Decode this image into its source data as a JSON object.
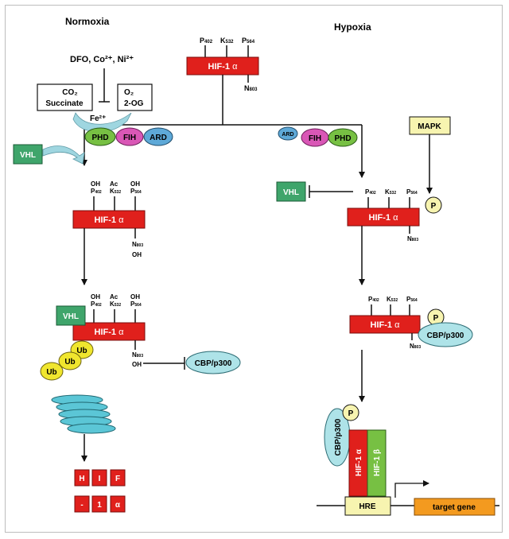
{
  "headers": {
    "normoxia": "Normoxia",
    "hypoxia": "Hypoxia"
  },
  "top_protein": {
    "label": "HIF-1",
    "alpha": "α",
    "site_p402": "P",
    "site_p402_sup": "402",
    "site_k532": "K",
    "site_k532_sup": "532",
    "site_p564": "P",
    "site_p564_sup": "564",
    "site_n803": "N",
    "site_n803_sup": "803"
  },
  "inhibitors": "DFO, Co²⁺, Ni²⁺",
  "cofactor_box_left": {
    "line1": "CO₂",
    "line2": "Succinate"
  },
  "cofactor_box_right": {
    "line1": "O₂",
    "line2": "2-OG"
  },
  "iron": "Fe²⁺",
  "enzymes": {
    "phd": "PHD",
    "fih": "FIH",
    "ard": "ARD"
  },
  "vhl": "VHL",
  "mapk": "MAPK",
  "modifications": {
    "oh": "OH",
    "ac": "Ac",
    "p": "P"
  },
  "ubiquitin": "Ub",
  "cbp": "CBP/p300",
  "hif_fragments": [
    "H",
    "I",
    "F",
    "-",
    "1",
    "α"
  ],
  "complex": {
    "alpha": "HIF-1 α",
    "beta": "HIF-1 β"
  },
  "hre": "HRE",
  "target_gene": "target gene",
  "colors": {
    "hif_red": "#e0201c",
    "phd_green": "#77c043",
    "fih_magenta": "#d957b6",
    "ard_blue": "#5ea9d8",
    "vhl_green": "#3fa56b",
    "cbp_teal": "#aee3e8",
    "ub_yellow": "#f0e62e",
    "mapk_yellow": "#f7f4b0",
    "target_orange": "#f39a1f",
    "proteasome": "#5bc6d6"
  }
}
